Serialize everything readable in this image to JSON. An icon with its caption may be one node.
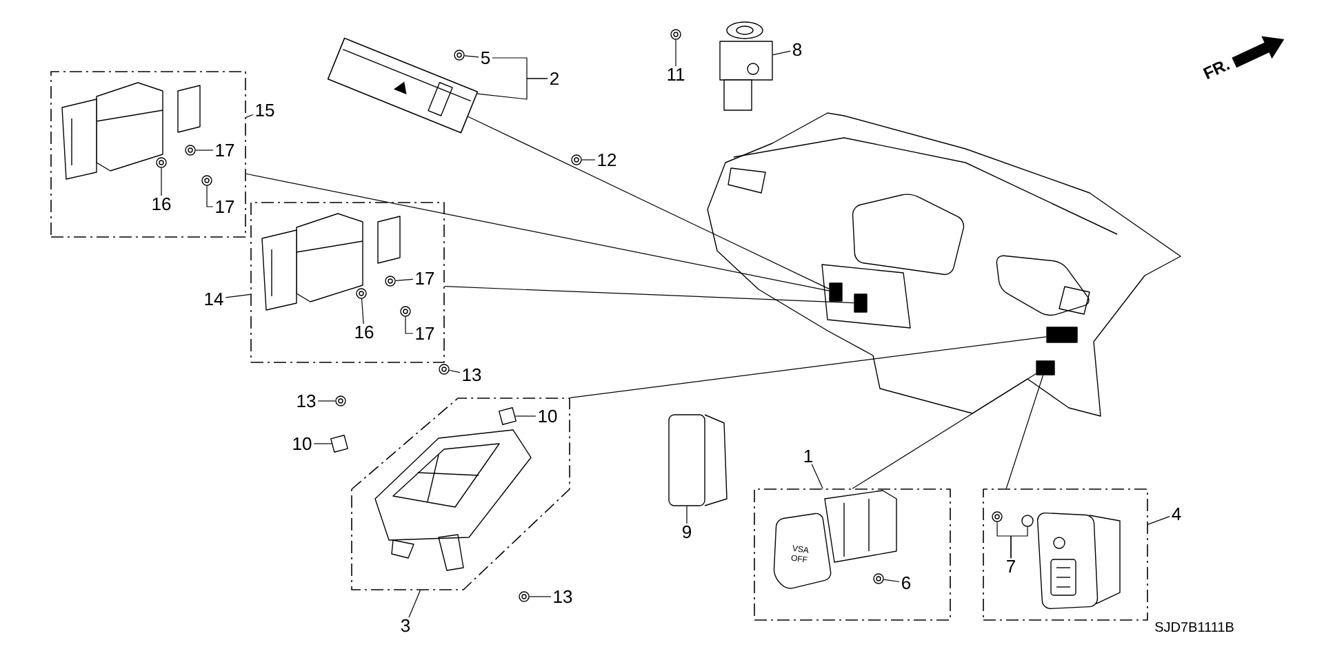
{
  "diagram": {
    "nodes": [
      {
        "text": [],
        "shape": "picture"
      },
      {
        "text": [],
        "shape": "box",
        "in": 0
      },
      {
        "text": [],
        "shape": "box",
        "in": 0
      },
      {
        "text": [],
        "shape": "box",
        "in": 0
      },
      {
        "text": [],
        "shape": "box",
        "in": 0
      },
      {
        "text": [],
        "shape": "box"
      },
      {
        "text": [],
        "shape": "box"
      },
      {
        "text": [],
        "shape": "box"
      },
      {
        "text": [],
        "shape": "box"
      },
      {
        "text": [],
        "shape": "box"
      },
      {
        "text": [],
        "shape": "picture"
      },
      {
        "text": [
          "15"
        ]
      },
      {
        "text": [
          "17"
        ],
        "in": 5
      },
      {
        "text": [
          "16"
        ],
        "in": 5
      },
      {
        "text": [
          "17"
        ],
        "in": 5
      },
      {
        "text": [
          "14"
        ]
      },
      {
        "text": [
          "17"
        ],
        "in": 6
      },
      {
        "text": [
          "16"
        ],
        "in": 6
      },
      {
        "text": [
          "17"
        ],
        "in": 6
      },
      {
        "text": [
          "2"
        ]
      },
      {
        "text": [
          "5"
        ]
      },
      {
        "text": [
          "12"
        ]
      },
      {
        "text": [
          "11"
        ]
      },
      {
        "text": [
          "8"
        ]
      },
      {
        "text": [
          "13"
        ]
      },
      {
        "text": [
          "13"
        ]
      },
      {
        "text": [
          "10"
        ]
      },
      {
        "text": [
          "10"
        ],
        "in": 7
      },
      {
        "text": [
          "13"
        ]
      },
      {
        "text": [
          "3"
        ]
      },
      {
        "text": [
          "9"
        ]
      },
      {
        "text": [
          "1"
        ]
      },
      {
        "text": [
          "6"
        ],
        "in": 8
      },
      {
        "text": [
          "7"
        ],
        "in": 9
      },
      {
        "text": [
          "4"
        ]
      },
      {
        "text": [],
        "shape": "circle",
        "in": 5
      },
      {
        "text": [],
        "shape": "circle",
        "in": 5
      },
      {
        "text": [],
        "shape": "circle",
        "in": 5
      },
      {
        "text": [],
        "shape": "circle",
        "in": 6
      },
      {
        "text": [],
        "shape": "circle",
        "in": 6
      },
      {
        "text": [],
        "shape": "circle",
        "in": 6
      },
      {
        "text": [],
        "shape": "circle"
      },
      {
        "text": [],
        "shape": "circle"
      },
      {
        "text": [],
        "shape": "circle"
      },
      {
        "text": [],
        "shape": "picture"
      },
      {
        "text": [],
        "shape": "circle"
      },
      {
        "text": [],
        "shape": "circle"
      },
      {
        "text": [],
        "shape": "box"
      },
      {
        "text": [],
        "shape": "box",
        "in": 7
      },
      {
        "text": [],
        "shape": "circle"
      },
      {
        "text": [],
        "shape": "box"
      },
      {
        "text": [],
        "shape": "circle",
        "in": 8
      },
      {
        "text": [],
        "shape": "circle",
        "in": 9
      },
      {
        "text": [],
        "shape": "circle",
        "in": 9
      }
    ],
    "edges": [
      {
        "from": 11,
        "to": 5,
        "arrow": "none"
      },
      {
        "from": 12,
        "to": 35,
        "arrow": "none"
      },
      {
        "from": 13,
        "to": 36,
        "arrow": "none"
      },
      {
        "from": 14,
        "to": 37,
        "arrow": "none"
      },
      {
        "from": 15,
        "to": 6,
        "arrow": "none"
      },
      {
        "from": 16,
        "to": 38,
        "arrow": "none"
      },
      {
        "from": 17,
        "to": 39,
        "arrow": "none"
      },
      {
        "from": 18,
        "to": 40,
        "arrow": "none"
      },
      {
        "from": 19,
        "to": 10,
        "arrow": "none"
      },
      {
        "from": 20,
        "to": 41,
        "arrow": "none"
      },
      {
        "from": 21,
        "to": 42,
        "arrow": "none"
      },
      {
        "from": 22,
        "to": 43,
        "arrow": "none"
      },
      {
        "from": 23,
        "to": 44,
        "arrow": "none"
      },
      {
        "from": 24,
        "to": 45,
        "arrow": "none"
      },
      {
        "from": 25,
        "to": 46,
        "arrow": "none"
      },
      {
        "from": 26,
        "to": 47,
        "arrow": "none"
      },
      {
        "from": 27,
        "to": 48,
        "arrow": "none"
      },
      {
        "from": 28,
        "to": 49,
        "arrow": "none"
      },
      {
        "from": 29,
        "to": 7,
        "arrow": "none"
      },
      {
        "from": 30,
        "to": 50,
        "arrow": "none"
      },
      {
        "from": 31,
        "to": 8,
        "arrow": "none"
      },
      {
        "from": 32,
        "to": 51,
        "arrow": "none"
      },
      {
        "from": 33,
        "to": 52,
        "arrow": "none"
      },
      {
        "from": 34,
        "to": 9,
        "arrow": "none"
      },
      {
        "from": 5,
        "to": 1,
        "arrow": "none"
      },
      {
        "from": 10,
        "to": 1,
        "arrow": "none"
      },
      {
        "from": 6,
        "to": 2,
        "arrow": "none"
      },
      {
        "from": 7,
        "to": 3,
        "arrow": "none"
      },
      {
        "from": 8,
        "to": 4,
        "arrow": "none"
      },
      {
        "from": 9,
        "to": 4,
        "arrow": "none"
      },
      {
        "from": 19,
        "to": 20,
        "arrow": "none"
      },
      {
        "from": 33,
        "to": 53,
        "arrow": "none"
      }
    ],
    "labels": [
      "FR.",
      "VSA OFF",
      "SJD7B1111B"
    ]
  }
}
